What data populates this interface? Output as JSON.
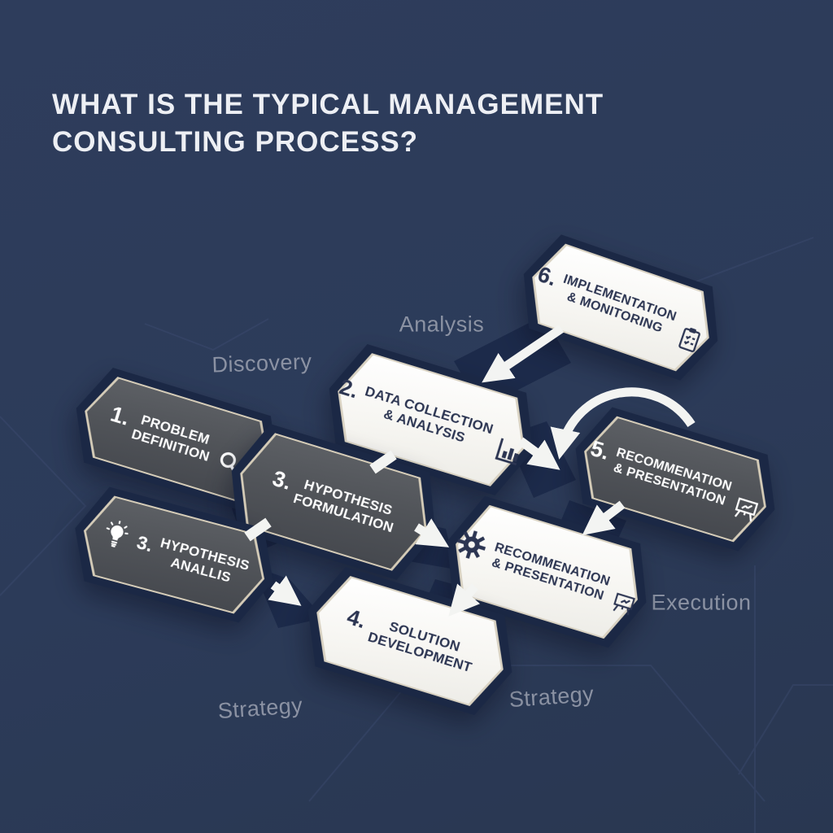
{
  "title": "WHAT IS THE TYPICAL MANAGEMENT CONSULTING PROCESS?",
  "zones": {
    "discovery": "Discovery",
    "analysis": "Analysis",
    "execution": "Execution",
    "strategy_left": "Strategy",
    "strategy_right": "Strategy"
  },
  "steps": [
    {
      "number": "1.",
      "line1": "PROBLEM",
      "line2": "DEFINITION",
      "icon": "magnifier-icon",
      "theme": "dark"
    },
    {
      "number": "2.",
      "line1": "DATA COLLECTION",
      "line2": "& ANALYSIS",
      "icon": "bar-chart-icon",
      "theme": "light"
    },
    {
      "number": "3.",
      "line1": "HYPOTHESIS",
      "line2": "FORMULATION",
      "icon": "",
      "theme": "dark"
    },
    {
      "number": "3.",
      "line1": "HYPOTHESIS",
      "line2": "ANALLIS",
      "icon": "lightbulb-icon",
      "theme": "dark"
    },
    {
      "number": "4.",
      "line1": "SOLUTION",
      "line2": "DEVELOPMENT",
      "icon": "",
      "theme": "light"
    },
    {
      "number": "5.",
      "line1": "RECOMMENATION",
      "line2": "& PRESENTATION",
      "icon": "easel-icon",
      "theme": "dark"
    },
    {
      "number": "6.",
      "line1": "IMPLEMENTATION",
      "line2": "& MONITORING",
      "icon": "clipboard-icon",
      "theme": "light"
    },
    {
      "number": "",
      "line1": "RECOMMENATION",
      "line2": "& PRESENTATION",
      "icon": "gear-icon easel-icon",
      "theme": "light"
    }
  ],
  "colors": {
    "background": "#2c3b59",
    "hex_border": "#1b2845",
    "hex_dark_fill": "#515459",
    "hex_light_fill": "#f6f5f1",
    "trim": "#d5ccb8",
    "arrow": "#f3f4f2",
    "zone_label": "#8b92a3",
    "title": "#edeff4"
  }
}
